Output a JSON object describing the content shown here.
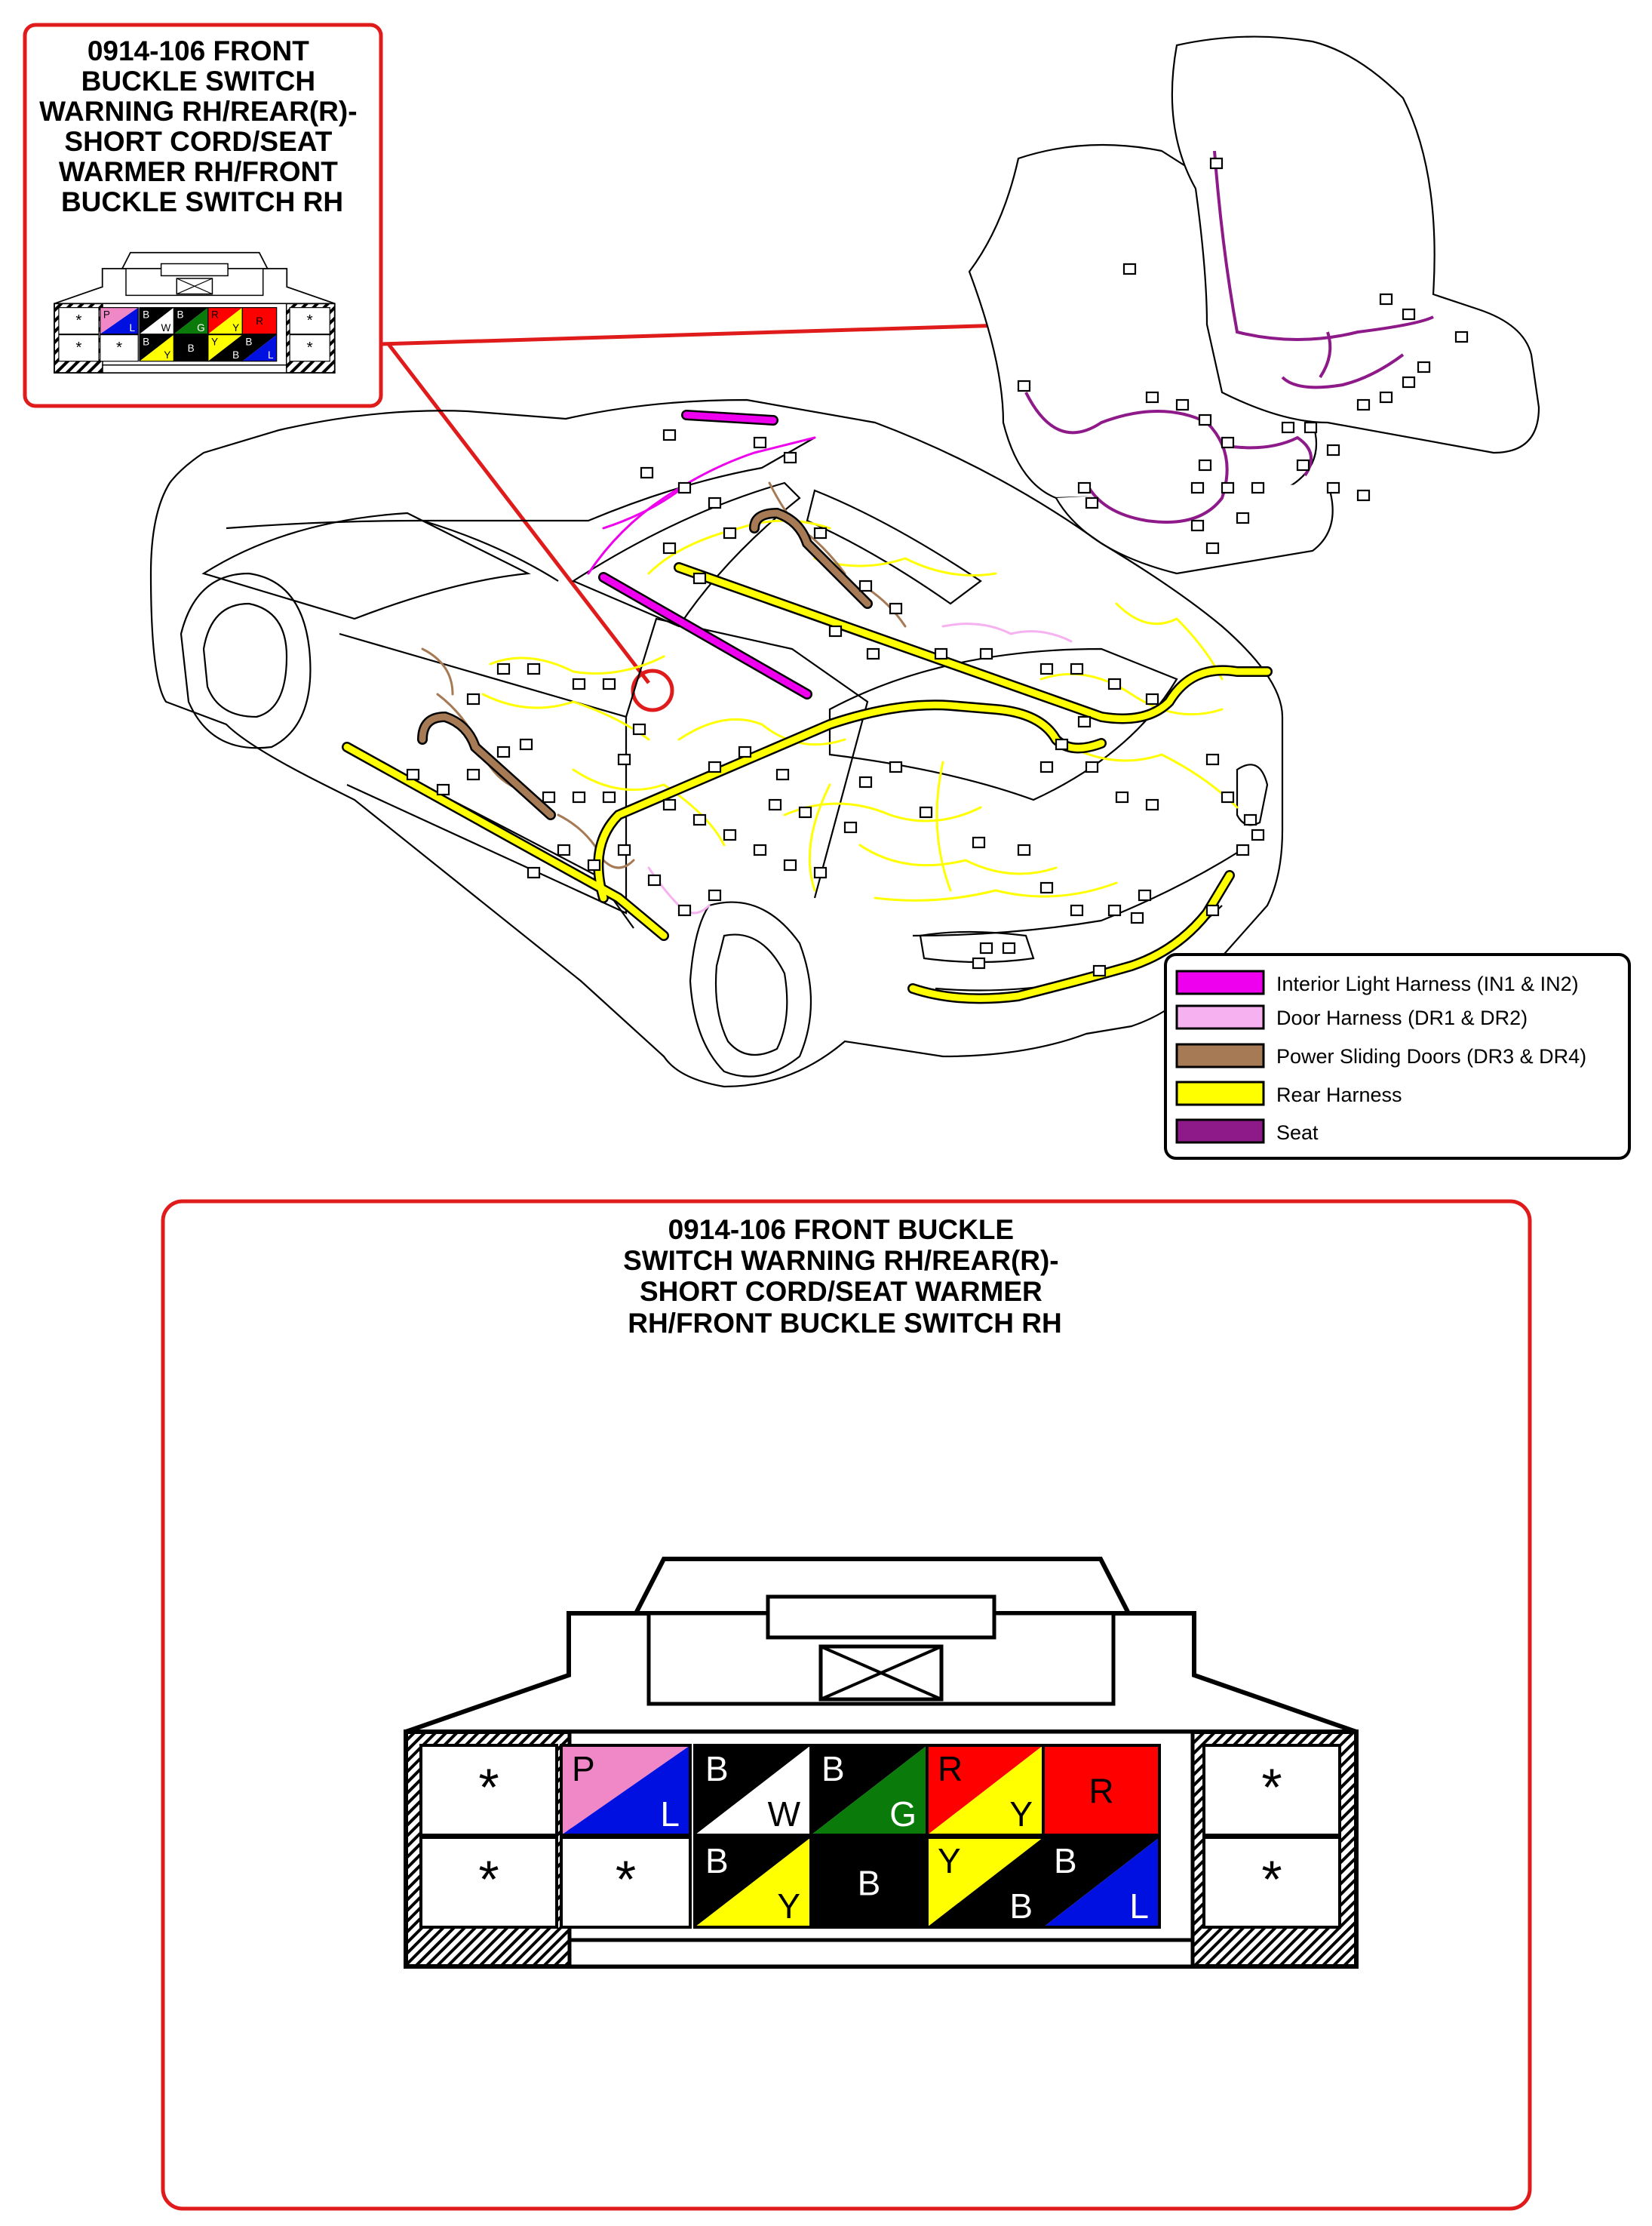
{
  "callout": {
    "title_lines": [
      "0914-106 FRONT",
      "BUCKLE SWITCH",
      "WARNING RH/REAR(R)-",
      "SHORT CORD/SEAT",
      "WARMER RH/FRONT",
      "BUCKLE SWITCH RH"
    ]
  },
  "detail": {
    "title_lines": [
      "0914-106 FRONT BUCKLE",
      "SWITCH WARNING RH/REAR(R)-",
      "SHORT CORD/SEAT WARMER",
      "RH/FRONT BUCKLE SWITCH RH"
    ]
  },
  "legend": {
    "items": [
      {
        "label": "Interior Light Harness (IN1 & IN2)",
        "color": "#ee00ee"
      },
      {
        "label": "Door Harness (DR1 & DR2)",
        "color": "#f6b2f0"
      },
      {
        "label": "Power Sliding Doors (DR3 & DR4)",
        "color": "#a57a55"
      },
      {
        "label": "Rear Harness",
        "color": "#ffff00"
      },
      {
        "label": "Seat",
        "color": "#8e1a8a"
      }
    ]
  },
  "colors": {
    "callout_red": "#e01b1b",
    "P": "#f088c8",
    "L": "#0010e0",
    "B": "#000000",
    "W": "#ffffff",
    "G": "#0a7a0a",
    "R": "#ff0000",
    "Y": "#ffff00"
  },
  "connector": {
    "dummy_symbol": "*",
    "pins": [
      {
        "row": 0,
        "col": 0,
        "type": "dummy"
      },
      {
        "row": 0,
        "col": 1,
        "type": "split",
        "top": "P",
        "bottom": "L"
      },
      {
        "row": 0,
        "col": 2,
        "type": "split",
        "top": "B",
        "bottom": "W"
      },
      {
        "row": 0,
        "col": 3,
        "type": "split",
        "top": "B",
        "bottom": "G"
      },
      {
        "row": 0,
        "col": 4,
        "type": "split",
        "top": "R",
        "bottom": "Y"
      },
      {
        "row": 0,
        "col": 5,
        "type": "solid",
        "color": "R"
      },
      {
        "row": 0,
        "col": 6,
        "type": "dummy"
      },
      {
        "row": 1,
        "col": 0,
        "type": "dummy"
      },
      {
        "row": 1,
        "col": 1,
        "type": "dummy"
      },
      {
        "row": 1,
        "col": 2,
        "type": "split",
        "top": "B",
        "bottom": "Y"
      },
      {
        "row": 1,
        "col": 3,
        "type": "solid",
        "color": "B"
      },
      {
        "row": 1,
        "col": 4,
        "type": "split",
        "top": "Y",
        "bottom": "B"
      },
      {
        "row": 1,
        "col": 5,
        "type": "split",
        "top": "B",
        "bottom": "L"
      },
      {
        "row": 1,
        "col": 6,
        "type": "dummy"
      }
    ]
  }
}
